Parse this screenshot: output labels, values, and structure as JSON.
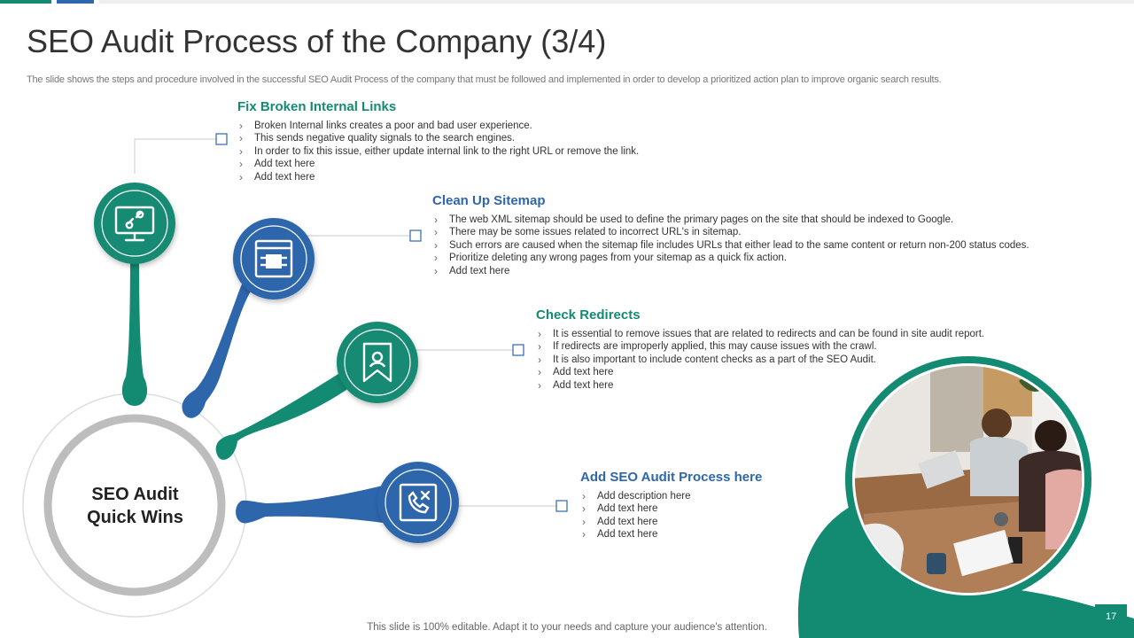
{
  "colors": {
    "green": "#138A72",
    "blue": "#2E66AC",
    "grey_ring": "#BDBDBD",
    "connector": "#C8C8C8"
  },
  "slide": {
    "title": "SEO Audit Process of the Company (3/4)",
    "subtitle": "The slide shows the steps and procedure involved in the successful SEO Audit Process of the company that must be followed and implemented in order to develop a prioritized action plan to improve organic search results.",
    "center_label": "SEO Audit Quick Wins",
    "footer": "This slide is 100% editable. Adapt it to your needs and capture your audience's attention.",
    "page_number": "17"
  },
  "sections": [
    {
      "title": "Fix Broken Internal Links",
      "icon": "broken-link-monitor-icon",
      "bullets": [
        "Broken Internal links creates a poor and bad user experience.",
        "This sends negative quality signals to the search engines.",
        "In order to fix this issue, either update internal link to the right URL or remove the link.",
        "Add text here",
        "Add text here"
      ]
    },
    {
      "title": "Clean Up Sitemap",
      "icon": "sitemap-browser-icon",
      "bullets": [
        "The web XML sitemap should be used to define the primary pages on the site that should be indexed to Google.",
        "There may be some issues related to incorrect URL's in sitemap.",
        "Such errors are caused when the sitemap file includes URLs that either lead to the same content or return non-200 status codes.",
        "Prioritize deleting any wrong pages from your sitemap as a quick fix action.",
        "Add text here"
      ]
    },
    {
      "title": "Check Redirects",
      "icon": "bookmark-user-icon",
      "bullets": [
        "It is essential to remove issues that are related to redirects and can be found in site audit report.",
        "If redirects are improperly applied, this may cause issues with the crawl.",
        "It is also important to include content checks as a part of the SEO Audit.",
        "Add text here",
        "Add text here"
      ]
    },
    {
      "title": "Add SEO Audit Process here",
      "icon": "phone-cancel-icon",
      "bullets": [
        "Add description here",
        "Add text here",
        "Add text here",
        "Add text here"
      ]
    }
  ]
}
